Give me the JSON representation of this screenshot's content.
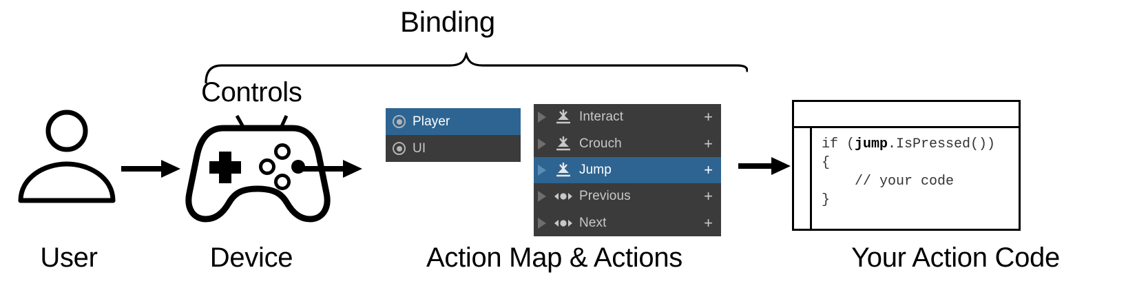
{
  "diagram": {
    "binding_label": "Binding",
    "controls_label": "Controls"
  },
  "captions": {
    "user": "User",
    "device": "Device",
    "action_map": "Action Map & Actions",
    "code": "Your Action Code"
  },
  "icons": {
    "user": "user-person-icon",
    "gamepad": "gamepad-controller-icon",
    "arrow_user_device": "right-arrow-icon",
    "arrow_device_map": "right-arrow-icon",
    "arrow_map_code": "right-arrow-icon",
    "controls_arrows": "two-pointing-arrows-icon",
    "binding_brace": "curly-brace-icon"
  },
  "action_map_panel": {
    "rows": [
      {
        "label": "Player",
        "selected": true,
        "icon": "action-map-ring-icon"
      },
      {
        "label": "UI",
        "selected": false,
        "icon": "action-map-ring-icon"
      }
    ]
  },
  "actions_panel": {
    "add_label": "+",
    "rows": [
      {
        "label": "Interact",
        "selected": false,
        "icon": "button-action-icon",
        "expander": "chevron-right-icon",
        "add": "+"
      },
      {
        "label": "Crouch",
        "selected": false,
        "icon": "button-action-icon",
        "expander": "chevron-right-icon",
        "add": "+"
      },
      {
        "label": "Jump",
        "selected": true,
        "icon": "button-action-icon",
        "expander": "chevron-right-icon",
        "add": "+"
      },
      {
        "label": "Previous",
        "selected": false,
        "icon": "axis-action-icon",
        "expander": "chevron-right-icon",
        "add": "+"
      },
      {
        "label": "Next",
        "selected": false,
        "icon": "axis-action-icon",
        "expander": "chevron-right-icon",
        "add": "+"
      }
    ]
  },
  "code_panel": {
    "line1_pre": "if (",
    "line1_bold": "jump",
    "line1_post": ".IsPressed())",
    "line2": "{",
    "line3": "    // your code",
    "line4": "}"
  },
  "colors": {
    "selection_blue": "#2e6491",
    "panel_dark": "#3b3b3b",
    "text_grey": "#c8c8c8",
    "ink": "#000000"
  }
}
